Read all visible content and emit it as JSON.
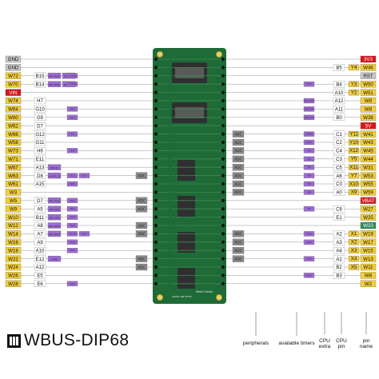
{
  "title": "WBUS-DIP68",
  "legend": {
    "peripherals": "peripherals",
    "available_timers": "available timers",
    "cpu_extra": "CPU\nextra",
    "cpu": "CPU\npin",
    "pin_name": "pin\nname"
  },
  "colors": {
    "wbus": "#f2cf3a",
    "gnd": "#c8c8c8",
    "power": "#d8161b",
    "vbat": "#d8161b",
    "special": "#2e8b57",
    "peripheral": "#9c6bd4",
    "timer": "#9c6bd4",
    "adc": "#8a8a8a",
    "board": "#1e6b38",
    "connector": "#3b3b3b"
  },
  "board": {
    "brand": "WeAct Studio",
    "caption": "STM32 WB IOTKIT"
  },
  "left_pins": [
    {
      "name": "GND",
      "cpu": "",
      "type": "gnd",
      "periph": [],
      "timers": [],
      "adc": false
    },
    {
      "name": "GND",
      "cpu": "",
      "type": "gnd",
      "periph": [],
      "timers": [],
      "adc": false
    },
    {
      "name": "W72",
      "cpu": "B15",
      "type": "wbus",
      "periph": [
        "SPI2_MOSI",
        "SPI2_SCK"
      ],
      "timers": [
        "T1C3N"
      ],
      "adc": false
    },
    {
      "name": "W70",
      "cpu": "B14",
      "type": "wbus",
      "periph": [
        "SPI2_MISO",
        "I2C1_SDA"
      ],
      "timers": [
        "T1C2N"
      ],
      "adc": false
    },
    {
      "name": "VIN",
      "cpu": "",
      "type": "power",
      "periph": [],
      "timers": [],
      "adc": false
    },
    {
      "name": "W74",
      "cpu": "H7",
      "type": "wbus",
      "periph": [],
      "timers": [],
      "adc": false
    },
    {
      "name": "W64",
      "cpu": "G10",
      "type": "wbus",
      "periph": [],
      "timers": [
        "T1C4"
      ],
      "adc": false
    },
    {
      "name": "W60",
      "cpu": "G9",
      "type": "wbus",
      "periph": [],
      "timers": [
        "T1C3"
      ],
      "adc": false
    },
    {
      "name": "W62",
      "cpu": "D7",
      "type": "wbus",
      "periph": [],
      "timers": [],
      "adc": false
    },
    {
      "name": "W66",
      "cpu": "G12",
      "type": "wbus",
      "periph": [],
      "timers": [
        "T1C1"
      ],
      "adc": false
    },
    {
      "name": "W58",
      "cpu": "G11",
      "type": "wbus",
      "periph": [],
      "timers": [],
      "adc": false
    },
    {
      "name": "W73",
      "cpu": "H6",
      "type": "wbus",
      "periph": [],
      "timers": [
        "T1C4"
      ],
      "adc": false
    },
    {
      "name": "W71",
      "cpu": "E11",
      "type": "wbus",
      "periph": [],
      "timers": [],
      "adc": false
    },
    {
      "name": "W67",
      "cpu": "A13",
      "type": "wbus",
      "periph": [
        "SWD_IO"
      ],
      "timers": [],
      "adc": false
    },
    {
      "name": "W63",
      "cpu": "D8",
      "type": "wbus",
      "periph": [
        "USART1_TX"
      ],
      "timers": [
        "T1C2",
        "T2C4"
      ],
      "adc": true
    },
    {
      "name": "W61",
      "cpu": "A15",
      "type": "wbus",
      "periph": [],
      "timers": [
        "T2C1"
      ],
      "adc": false
    },
    {
      "name": "W3",
      "cpu": "",
      "type": "wbus",
      "periph": [],
      "timers": [],
      "adc": false
    },
    {
      "name": "W5",
      "cpu": "D7",
      "type": "wbus",
      "periph": [
        "SPI1_MOSI"
      ],
      "timers": [
        "T1C1"
      ],
      "adc": true
    },
    {
      "name": "W9",
      "cpu": "A5",
      "type": "wbus",
      "periph": [
        "SPI1_SCK"
      ],
      "timers": [
        "T2C1"
      ],
      "adc": true
    },
    {
      "name": "W10",
      "cpu": "B11",
      "type": "wbus",
      "periph": [
        "I2C2_SDA"
      ],
      "timers": [
        "T2C4"
      ],
      "adc": false
    },
    {
      "name": "W12",
      "cpu": "A8",
      "type": "wbus",
      "periph": [
        "SPI1_MISO"
      ],
      "timers": [
        "T1C1"
      ],
      "adc": true
    },
    {
      "name": "W14",
      "cpu": "A7",
      "type": "wbus",
      "periph": [
        "SPI1_MOSI"
      ],
      "timers": [
        "T1C1N",
        "T3C2"
      ],
      "adc": true
    },
    {
      "name": "W16",
      "cpu": "A9",
      "type": "wbus",
      "periph": [],
      "timers": [
        "T1C2"
      ],
      "adc": false
    },
    {
      "name": "W18",
      "cpu": "A10",
      "type": "wbus",
      "periph": [],
      "timers": [
        "T1C3"
      ],
      "adc": false
    },
    {
      "name": "W22",
      "cpu": "E12",
      "type": "wbus",
      "periph": [
        "LPTIM2"
      ],
      "timers": [],
      "adc": true
    },
    {
      "name": "W24",
      "cpu": "A12",
      "type": "wbus",
      "periph": [],
      "timers": [],
      "adc": true
    },
    {
      "name": "W26",
      "cpu": "E5",
      "type": "wbus",
      "periph": [],
      "timers": [],
      "adc": false
    },
    {
      "name": "W28",
      "cpu": "E6",
      "type": "wbus",
      "periph": [],
      "timers": [
        "T1C1"
      ],
      "adc": false
    }
  ],
  "right_pins": [
    {
      "name": "3V3",
      "cpu": "",
      "type": "power",
      "periph": [],
      "timers": [],
      "adc": false
    },
    {
      "name": "W46",
      "cpu": "B5",
      "type": "wbus",
      "periph": [
        "Y4"
      ],
      "timers": [],
      "adc": false
    },
    {
      "name": "RST",
      "cpu": "",
      "type": "gnd",
      "periph": [],
      "timers": [],
      "adc": false
    },
    {
      "name": "W50",
      "cpu": "B4",
      "type": "wbus",
      "periph": [
        "Y3"
      ],
      "timers": [
        "T1C1"
      ],
      "adc": false
    },
    {
      "name": "W51",
      "cpu": "A10",
      "type": "wbus",
      "periph": [
        "Y2"
      ],
      "timers": [],
      "adc": false
    },
    {
      "name": "W9",
      "cpu": "A12",
      "type": "wbus",
      "periph": [],
      "timers": [
        "I2C1_SDA"
      ],
      "adc": false
    },
    {
      "name": "W8",
      "cpu": "A11",
      "type": "wbus",
      "periph": [],
      "timers": [
        "USB_DM"
      ],
      "adc": false
    },
    {
      "name": "W38",
      "cpu": "B0",
      "type": "wbus",
      "periph": [],
      "timers": [
        "USB_CTS"
      ],
      "adc": false
    },
    {
      "name": "5V",
      "cpu": "",
      "type": "power",
      "periph": [],
      "timers": [],
      "adc": false
    },
    {
      "name": "W41",
      "cpu": "C1",
      "type": "wbus",
      "periph": [
        "Y11"
      ],
      "timers": [
        "LPTIM1"
      ],
      "adc": true
    },
    {
      "name": "W43",
      "cpu": "C2",
      "type": "wbus",
      "periph": [
        "Y10"
      ],
      "timers": [
        "T2C2"
      ],
      "adc": true
    },
    {
      "name": "W45",
      "cpu": "C4",
      "type": "wbus",
      "periph": [
        "X12"
      ],
      "timers": [
        "F14"
      ],
      "adc": true
    },
    {
      "name": "W44",
      "cpu": "C3",
      "type": "wbus",
      "periph": [
        "Y5"
      ],
      "timers": [
        "F13"
      ],
      "adc": true
    },
    {
      "name": "W31",
      "cpu": "C5",
      "type": "wbus",
      "periph": [
        "X11"
      ],
      "timers": [
        "F15"
      ],
      "adc": true
    },
    {
      "name": "W53",
      "cpu": "A6",
      "type": "wbus",
      "periph": [
        "Y7"
      ],
      "timers": [
        "F14"
      ],
      "adc": true
    },
    {
      "name": "W55",
      "cpu": "C0",
      "type": "wbus",
      "periph": [
        "X10"
      ],
      "timers": [
        "F16"
      ],
      "adc": true
    },
    {
      "name": "W59",
      "cpu": "A0",
      "type": "wbus",
      "periph": [
        "X9"
      ],
      "timers": [
        "F18"
      ],
      "adc": true
    },
    {
      "name": "VBAT",
      "cpu": "",
      "type": "vbat",
      "periph": [],
      "timers": [],
      "adc": false
    },
    {
      "name": "W27",
      "cpu": "C6",
      "type": "wbus",
      "periph": [],
      "timers": [
        "C6"
      ],
      "adc": false
    },
    {
      "name": "W25",
      "cpu": "E1",
      "type": "wbus",
      "periph": [],
      "timers": [],
      "adc": false
    },
    {
      "name": "W23",
      "cpu": "",
      "type": "special",
      "periph": [],
      "timers": [],
      "adc": false
    },
    {
      "name": "W19",
      "cpu": "A2",
      "type": "wbus",
      "periph": [
        "X1"
      ],
      "timers": [
        "T2C3"
      ],
      "adc": true
    },
    {
      "name": "W17",
      "cpu": "A3",
      "type": "wbus",
      "periph": [
        "X2"
      ],
      "timers": [
        "T2C4"
      ],
      "adc": true
    },
    {
      "name": "W15",
      "cpu": "A4",
      "type": "wbus",
      "periph": [
        "X3"
      ],
      "timers": [],
      "adc": true
    },
    {
      "name": "W13",
      "cpu": "A1",
      "type": "wbus",
      "periph": [
        "X4"
      ],
      "timers": [
        "T2C2"
      ],
      "adc": true
    },
    {
      "name": "W11",
      "cpu": "B2",
      "type": "wbus",
      "periph": [
        "X5"
      ],
      "timers": [],
      "adc": false
    },
    {
      "name": "W8",
      "cpu": "B3",
      "type": "wbus",
      "periph": [],
      "timers": [
        "T2C2"
      ],
      "adc": false
    },
    {
      "name": "W2",
      "cpu": "",
      "type": "wbus",
      "periph": [],
      "timers": [],
      "adc": false
    }
  ]
}
